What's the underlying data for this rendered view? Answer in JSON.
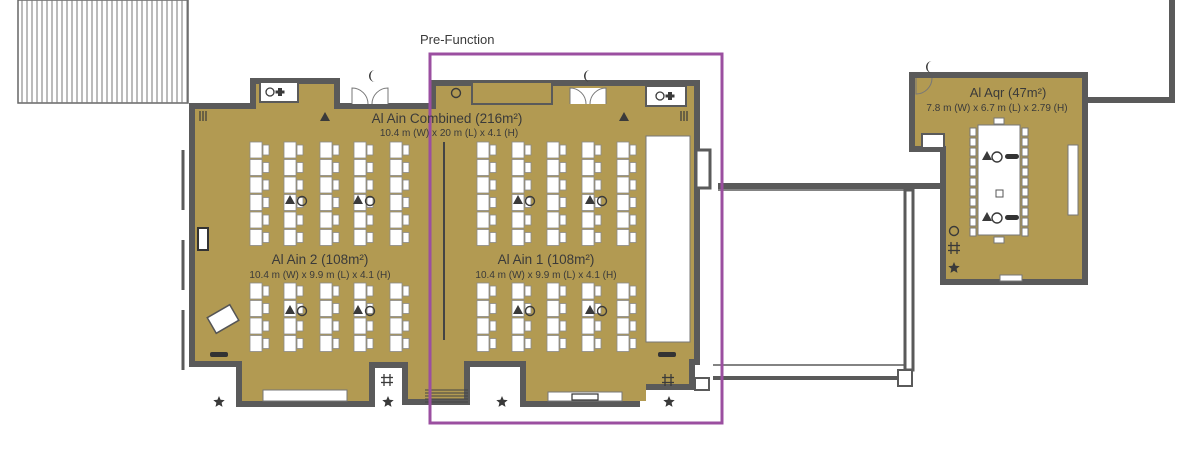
{
  "plan": {
    "prefunction_label": "Pre-Function",
    "rooms": {
      "combined": {
        "name": "Al Ain Combined (216m²)",
        "dims": "10.4 m (W) x 20 m (L) x 4.1 (H)"
      },
      "ain2": {
        "name": "Al Ain 2 (108m²)",
        "dims": "10.4 m (W) x 9.9 m (L) x 4.1 (H)"
      },
      "ain1": {
        "name": "Al Ain 1 (108m²)",
        "dims": "10.4 m (W) x 9.9 m (L) x 4.1 (H)"
      },
      "aqr": {
        "name": "Al Aqr (47m²)",
        "dims": "7.8 m (W) x 6.7 m (L) x 2.79 (H)"
      }
    },
    "colors": {
      "floor": "#b29a52",
      "wall": "#5a5a5a",
      "highlight": "#9b4fa0",
      "furniture": "#ffffff",
      "symbol": "#3a3a3a"
    },
    "icons": [
      "moon-icon",
      "fire-extinguisher-icon",
      "triangle-icon",
      "circle-icon",
      "star-icon",
      "hash-icon",
      "door-icon"
    ]
  }
}
